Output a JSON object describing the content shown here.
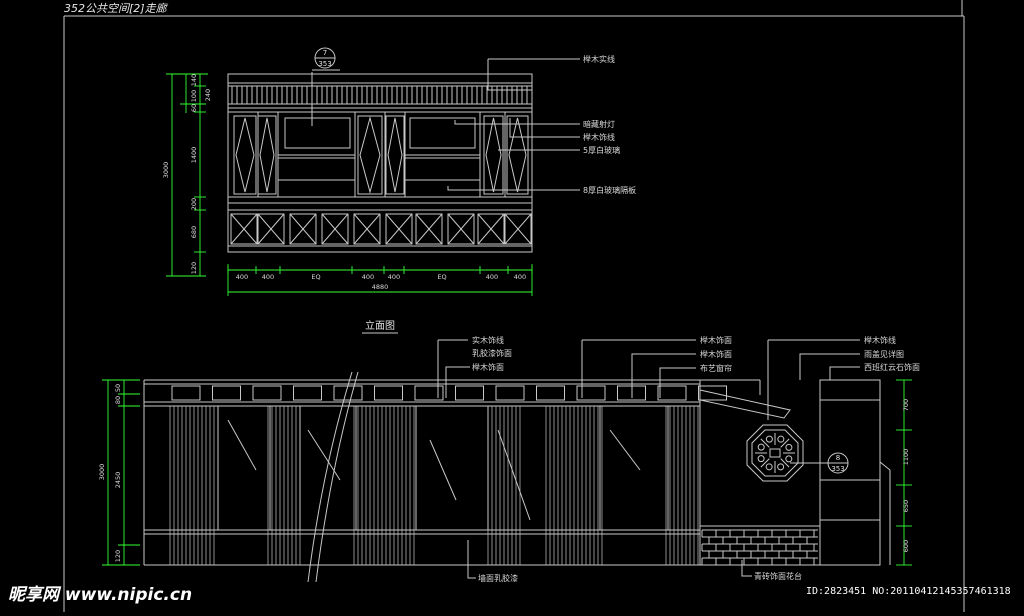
{
  "title": "352公共空间[2]走廊",
  "upper_elevation": {
    "callout": {
      "num": "7",
      "sheet": "353"
    },
    "labels": [
      "榉木实线",
      "暗藏射灯",
      "榉木饰线",
      "5厚白玻璃",
      "8厚白玻璃隔板"
    ],
    "dims_left_inner": [
      "140",
      "100",
      "60",
      "1400",
      "200",
      "680",
      "120"
    ],
    "dims_left_mid": "240",
    "dims_left_outer": "3000",
    "dims_bottom": [
      "400",
      "400",
      "EQ",
      "400",
      "400",
      "EQ",
      "400",
      "400"
    ],
    "dims_total": "4880"
  },
  "caption": "立面图",
  "lower_elevation": {
    "labels_group1": [
      "实木饰线",
      "乳胶漆饰面",
      "榉木饰面"
    ],
    "labels_group2": [
      "榉木饰面",
      "榉木饰面",
      "布艺窗帘"
    ],
    "labels_group3": [
      "榉木饰线",
      "雨盖见详图",
      "西班红云石饰面"
    ],
    "label_wall": "墙面乳胶漆",
    "label_brick": "青砖饰面花台",
    "callout": {
      "num": "8",
      "sheet": "353"
    },
    "dims_left_inner": [
      "50",
      "80",
      "2450",
      "120"
    ],
    "dims_left_outer": "3000",
    "dims_right": [
      "700",
      "1100",
      "650",
      "600"
    ]
  },
  "watermark": {
    "site": "昵享网 www.nipic.cn",
    "id": "ID:2823451 NO:20110412145357461318"
  },
  "colors": {
    "line": "#c8c8c8",
    "green": "#33ff33",
    "label": "#d8d8d8",
    "bg": "#000000"
  }
}
